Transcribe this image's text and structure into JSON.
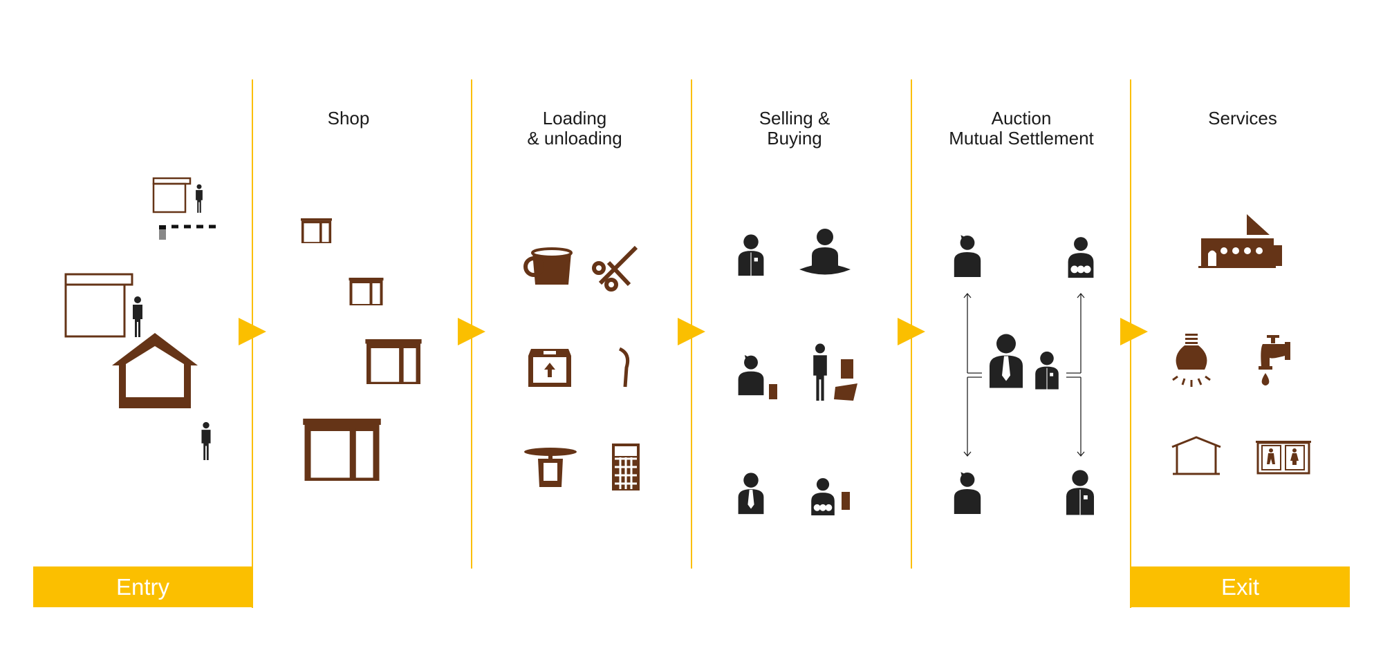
{
  "colors": {
    "accent": "#FBBF00",
    "brown": "#653417",
    "ink": "#222222"
  },
  "stages": [
    {
      "id": "entry",
      "label": "Entry"
    },
    {
      "id": "shop",
      "title": "Shop"
    },
    {
      "id": "loading",
      "title_line1": "Loading",
      "title_line2": "& unloading"
    },
    {
      "id": "selling",
      "title_line1": "Selling &",
      "title_line2": "Buying"
    },
    {
      "id": "auction",
      "title_line1": "Auction",
      "title_line2": "Mutual Settlement"
    },
    {
      "id": "services",
      "title": "Services"
    },
    {
      "id": "exit",
      "label": "Exit"
    }
  ],
  "icons": {
    "entry": [
      "small-shop-icon",
      "person-icon",
      "dashed-path-icon",
      "medium-shop-icon",
      "house-icon"
    ],
    "shop": [
      "shop-stall-icon"
    ],
    "loading": [
      "bucket-icon",
      "scissors-icon",
      "crate-icon",
      "sickle-icon",
      "weighing-scale-icon",
      "calculator-icon"
    ],
    "selling": [
      "man-icon",
      "seated-person-icon",
      "woman-with-phone-icon",
      "porter-with-calculator-icon",
      "man-with-tie-icon",
      "person-with-phone-icon"
    ],
    "auction": [
      "woman-icon",
      "group-person-icon",
      "auctioneer-icon",
      "clerk-icon",
      "man-icon"
    ],
    "services": [
      "building-icon",
      "light-bulb-icon",
      "water-tap-icon",
      "shelter-icon",
      "toilet-icon"
    ]
  }
}
